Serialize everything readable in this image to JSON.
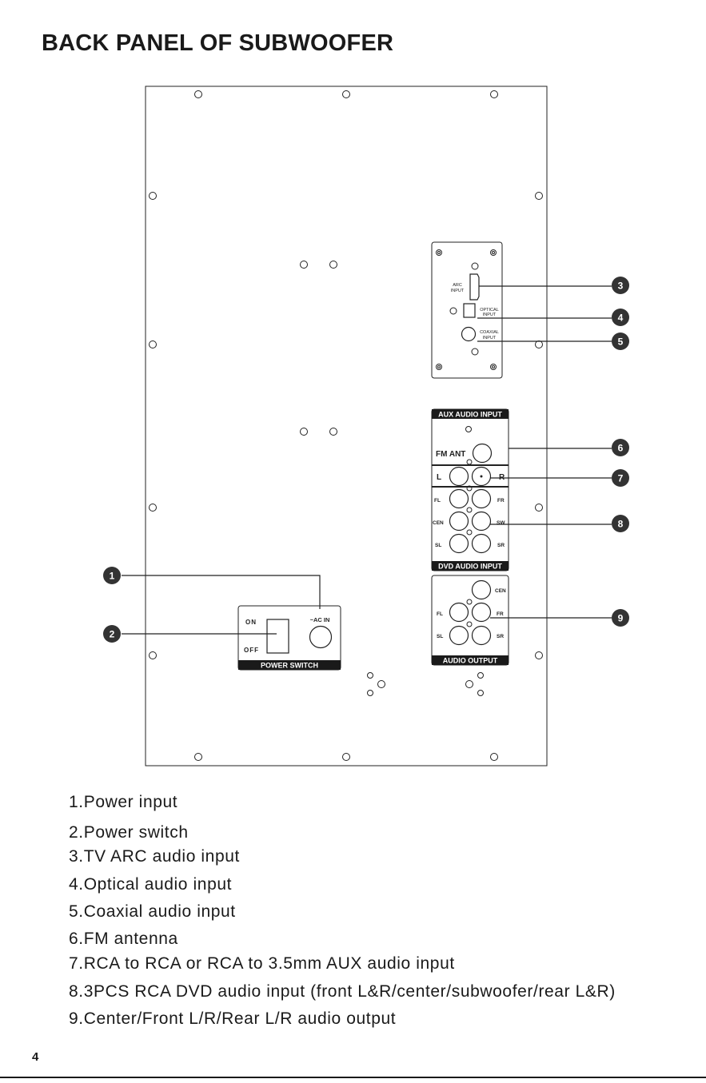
{
  "page": {
    "title": "BACK PANEL OF SUBWOOFER",
    "page_number": "4"
  },
  "panel": {
    "arc_input_label": [
      "ARC",
      "INPUT"
    ],
    "optical_input_label": [
      "OPTICAL",
      "INPUT"
    ],
    "coaxial_input_label": [
      "COAXIAL",
      "INPUT"
    ],
    "aux_audio_input_label": "AUX AUDIO INPUT",
    "fm_ant_label": "FM ANT",
    "left_label": "L",
    "right_label": "R",
    "dvd_channel_labels": [
      "FL",
      "FR",
      "CEN",
      "SW",
      "SL",
      "SR"
    ],
    "dvd_audio_input_label": "DVD AUDIO INPUT",
    "audio_output_channel_labels": [
      "CEN",
      "FL",
      "FR",
      "SL",
      "SR"
    ],
    "audio_output_label": "AUDIO OUTPUT",
    "switch_on_label": "ON",
    "switch_off_label": "OFF",
    "ac_in_label": "~AC IN",
    "power_switch_label": "POWER SWITCH"
  },
  "callouts": [
    "1",
    "2",
    "3",
    "4",
    "5",
    "6",
    "7",
    "8",
    "9"
  ],
  "legend": [
    "1.Power input",
    "2.Power switch",
    "3.TV ARC audio input",
    "4.Optical audio input",
    "5.Coaxial audio input",
    "6.FM antenna",
    "7.RCA to RCA or RCA to 3.5mm AUX audio input",
    "8.3PCS RCA DVD audio input (front L&R/center/subwoofer/rear L&R)",
    "9.Center/Front L/R/Rear L/R audio output"
  ]
}
